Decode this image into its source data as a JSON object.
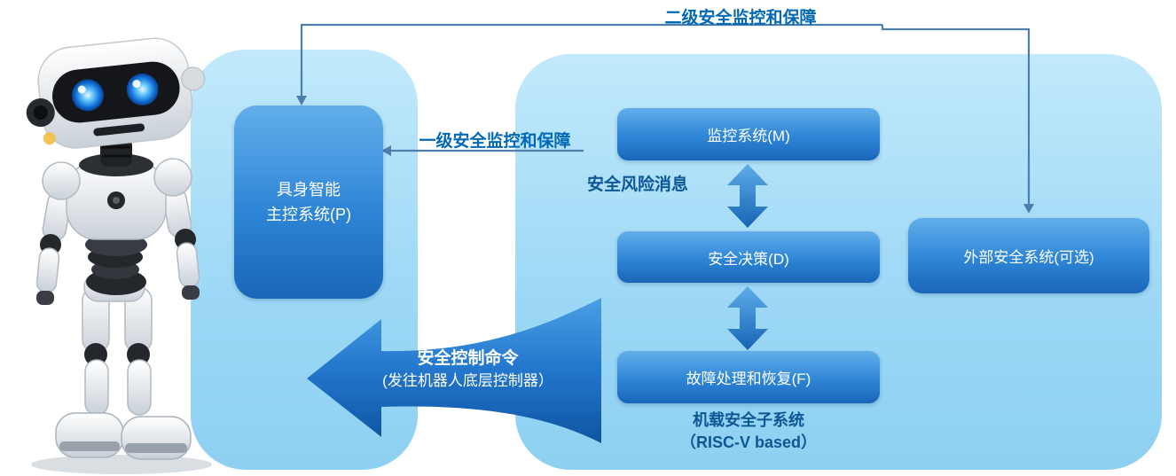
{
  "diagram": {
    "top_label": "二级安全监控和保障",
    "level1_label": "一级安全监控和保障",
    "risk_message_label": "安全风险消息",
    "control_command": {
      "line1": "安全控制命令",
      "line2": "(发往机器人底层控制器）"
    },
    "subsystem_caption": {
      "line1": "机载安全子系统",
      "line2": "（RISC-V based）"
    },
    "nodes": {
      "main_control": {
        "line1": "具身智能",
        "line2": "主控系统(P)"
      },
      "monitor": {
        "label": "监控系统(M)"
      },
      "decision": {
        "label": "安全决策(D)"
      },
      "fault_recovery": {
        "label": "故障处理和恢复(F)"
      },
      "external": {
        "label": "外部安全系统(可选)"
      }
    },
    "colors": {
      "panel_blue_top": "#c2e9fb",
      "panel_blue_bottom": "#8ed0f2",
      "node_blue_top": "#62aeea",
      "node_blue_bottom": "#1a66b8",
      "big_arrow_blue": "#2276cc",
      "label_bright_blue": "#0068b5",
      "label_dark_blue": "#0d5796",
      "connector_blue": "#4d7fae",
      "node_text": "#ffffff",
      "robot_eye_blue": "#1172d8"
    }
  }
}
